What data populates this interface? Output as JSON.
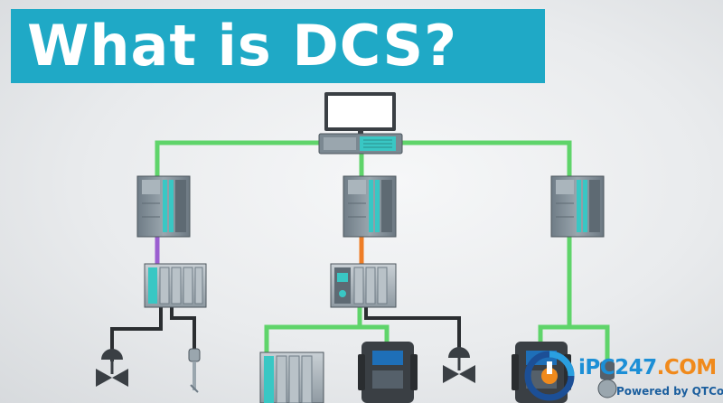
{
  "title": "What is DCS?",
  "colors": {
    "banner": "#1fa9c6",
    "green_link": "#5fd46a",
    "purple_link": "#9b5fd0",
    "orange_link": "#ee7d26",
    "dark_link": "#2b2e31",
    "module_body": "#8a969f",
    "module_screen": "#39c7c4"
  },
  "diagram": {
    "nodes": [
      {
        "id": "operator-workstation",
        "icon": "monitor-icon"
      },
      {
        "id": "network-switch",
        "icon": "switch-icon"
      },
      {
        "id": "controller-left",
        "icon": "controller-rack-icon"
      },
      {
        "id": "controller-center",
        "icon": "controller-rack-icon"
      },
      {
        "id": "controller-right",
        "icon": "controller-rack-icon"
      },
      {
        "id": "io-module-left",
        "icon": "io-rack-icon"
      },
      {
        "id": "io-module-center",
        "icon": "io-rack-icon"
      },
      {
        "id": "field-valve-left",
        "icon": "valve-icon"
      },
      {
        "id": "field-sensor-left",
        "icon": "temperature-sensor-icon"
      },
      {
        "id": "field-io-bottom",
        "icon": "io-rack-icon"
      },
      {
        "id": "field-drive-center",
        "icon": "variable-frequency-drive-icon"
      },
      {
        "id": "field-valve-center",
        "icon": "valve-icon"
      },
      {
        "id": "field-drive-right",
        "icon": "variable-frequency-drive-icon"
      },
      {
        "id": "field-sensor-right",
        "icon": "sensor-icon"
      }
    ]
  },
  "watermark": {
    "brand_main": "iPC247",
    "brand_suffix": ".COM",
    "tagline": "Powered by QTCo"
  }
}
